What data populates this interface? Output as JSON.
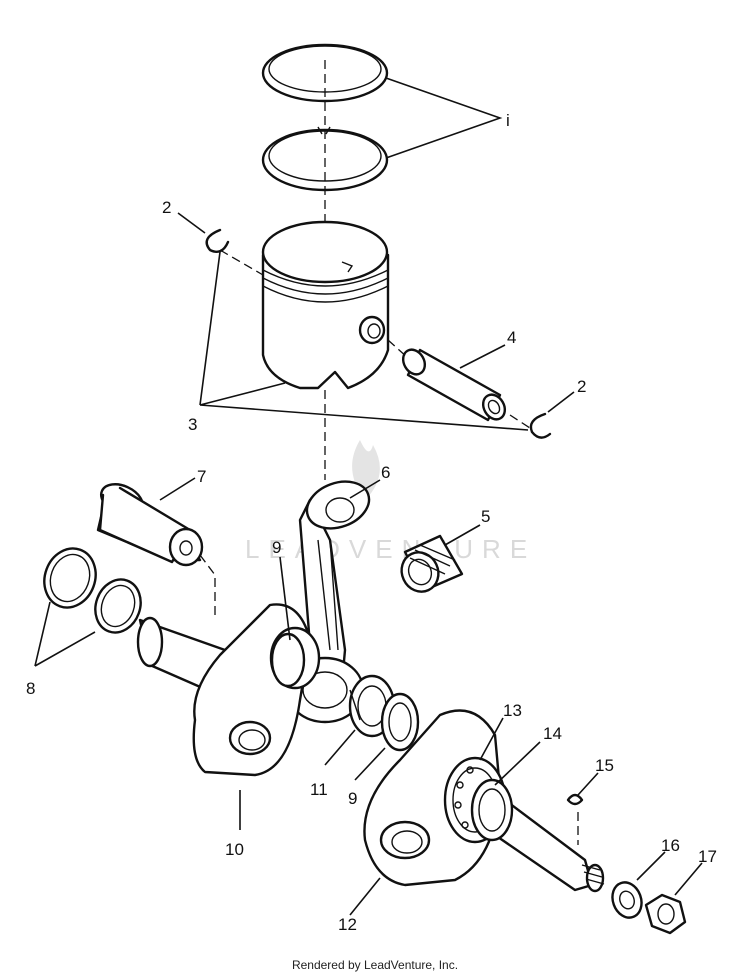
{
  "diagram": {
    "callouts": [
      {
        "id": "c1",
        "text": "i"
      },
      {
        "id": "c2a",
        "text": "2"
      },
      {
        "id": "c2b",
        "text": "2"
      },
      {
        "id": "c3",
        "text": "3"
      },
      {
        "id": "c4",
        "text": "4"
      },
      {
        "id": "c5",
        "text": "5"
      },
      {
        "id": "c6",
        "text": "6"
      },
      {
        "id": "c7",
        "text": "7"
      },
      {
        "id": "c8",
        "text": "8"
      },
      {
        "id": "c9a",
        "text": "9"
      },
      {
        "id": "c9b",
        "text": "9"
      },
      {
        "id": "c10",
        "text": "10"
      },
      {
        "id": "c11",
        "text": "11"
      },
      {
        "id": "c12",
        "text": "12"
      },
      {
        "id": "c13",
        "text": "13"
      },
      {
        "id": "c14",
        "text": "14"
      },
      {
        "id": "c15",
        "text": "15"
      },
      {
        "id": "c16",
        "text": "16"
      },
      {
        "id": "c17",
        "text": "17"
      }
    ],
    "watermark": "LEADVENTURE"
  },
  "footer": {
    "credit": "Rendered by LeadVenture, Inc."
  }
}
